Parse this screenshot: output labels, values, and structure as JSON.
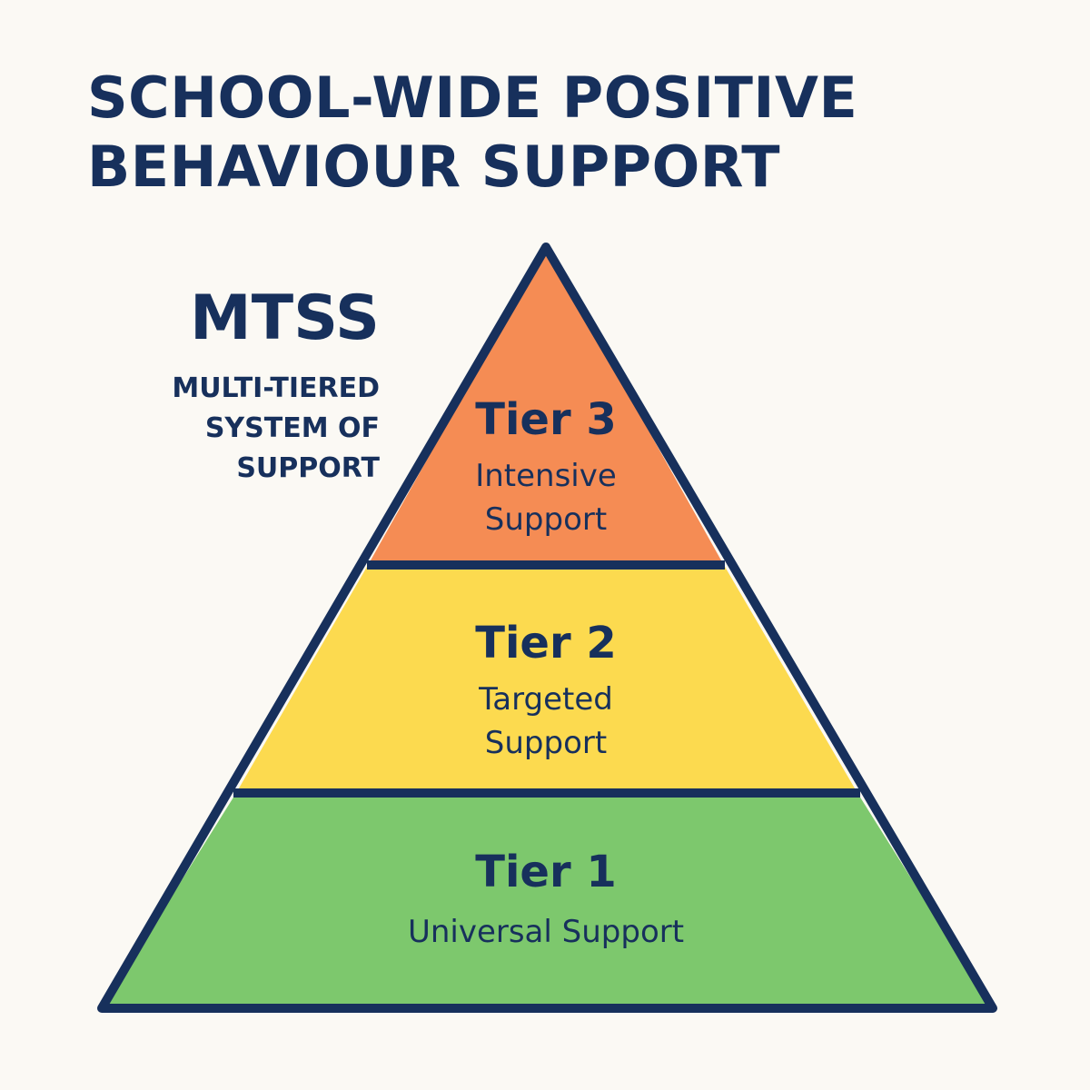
{
  "title": {
    "line1": "SCHOOL-WIDE POSITIVE",
    "line2": "BEHAVIOUR SUPPORT"
  },
  "mtss": {
    "acronym": "MTSS",
    "line1": "MULTI-TIERED",
    "line2": "SYSTEM OF",
    "line3": "SUPPORT"
  },
  "colors": {
    "navy": "#17305C",
    "tier3": "#F58C54",
    "tier2": "#FCDA4F",
    "tier1": "#7DC86D",
    "background": "#FBF9F4"
  },
  "tiers": [
    {
      "name": "Tier 3",
      "desc1": "Intensive",
      "desc2": "Support"
    },
    {
      "name": "Tier 2",
      "desc1": "Targeted",
      "desc2": "Support"
    },
    {
      "name": "Tier 1",
      "desc1": "Universal Support"
    }
  ]
}
